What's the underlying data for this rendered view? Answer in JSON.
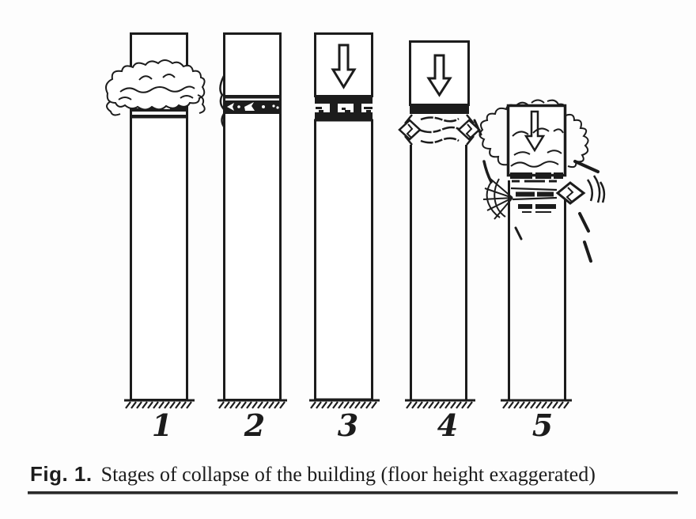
{
  "figure": {
    "stage_numbers": [
      "1",
      "2",
      "3",
      "4",
      "5"
    ],
    "caption": {
      "label": "Fig. 1.",
      "text": "Stages of collapse of the building (floor height exaggerated)"
    },
    "colors": {
      "ink": "#1c1c1c",
      "background": "#fdfdfd"
    }
  }
}
